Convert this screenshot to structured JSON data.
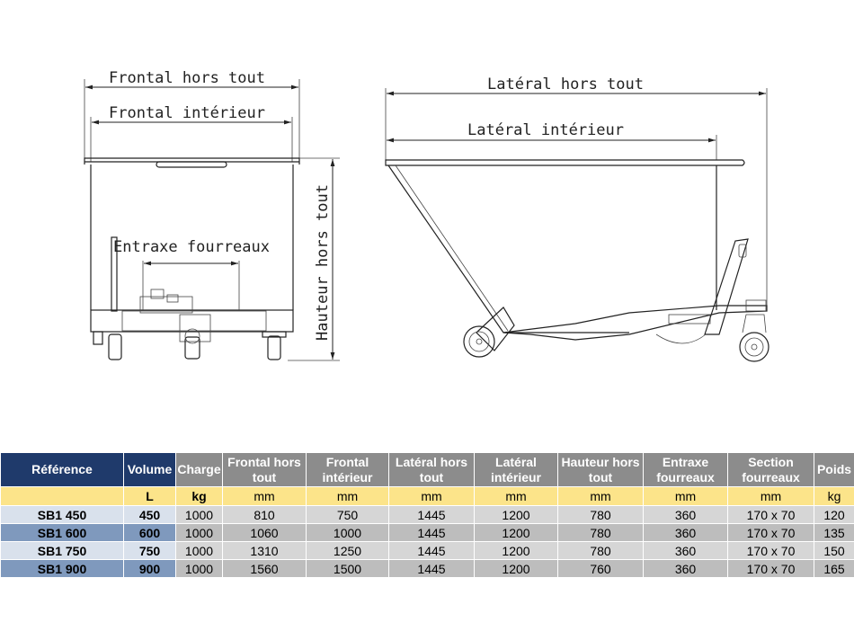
{
  "dimensions": {
    "frontal_hors_tout": "Frontal hors tout",
    "frontal_interieur": "Frontal intérieur",
    "entraxe_fourreaux": "Entraxe fourreaux",
    "hauteur_hors_tout": "Hauteur hors tout",
    "lateral_hors_tout": "Latéral hors tout",
    "lateral_interieur": "Latéral intérieur"
  },
  "table": {
    "headers": [
      "Référence",
      "Volume",
      "Charge",
      "Frontal hors tout",
      "Frontal intérieur",
      "Latéral hors tout",
      "Latéral intérieur",
      "Hauteur hors tout",
      "Entraxe fourreaux",
      "Section fourreaux",
      "Poids"
    ],
    "units": [
      "",
      "L",
      "kg",
      "mm",
      "mm",
      "mm",
      "mm",
      "mm",
      "mm",
      "mm",
      "kg"
    ],
    "rows": [
      [
        "SB1 450",
        "450",
        "1000",
        "810",
        "750",
        "1445",
        "1200",
        "780",
        "360",
        "170 x 70",
        "120"
      ],
      [
        "SB1 600",
        "600",
        "1000",
        "1060",
        "1000",
        "1445",
        "1200",
        "780",
        "360",
        "170 x 70",
        "135"
      ],
      [
        "SB1 750",
        "750",
        "1000",
        "1310",
        "1250",
        "1445",
        "1200",
        "780",
        "360",
        "170 x 70",
        "150"
      ],
      [
        "SB1 900",
        "900",
        "1000",
        "1560",
        "1500",
        "1445",
        "1200",
        "760",
        "360",
        "170 x 70",
        "165"
      ]
    ]
  },
  "colors": {
    "header_dark": "#1f3a6b",
    "header_gray": "#8c8c8c",
    "units_row": "#fce48a"
  }
}
